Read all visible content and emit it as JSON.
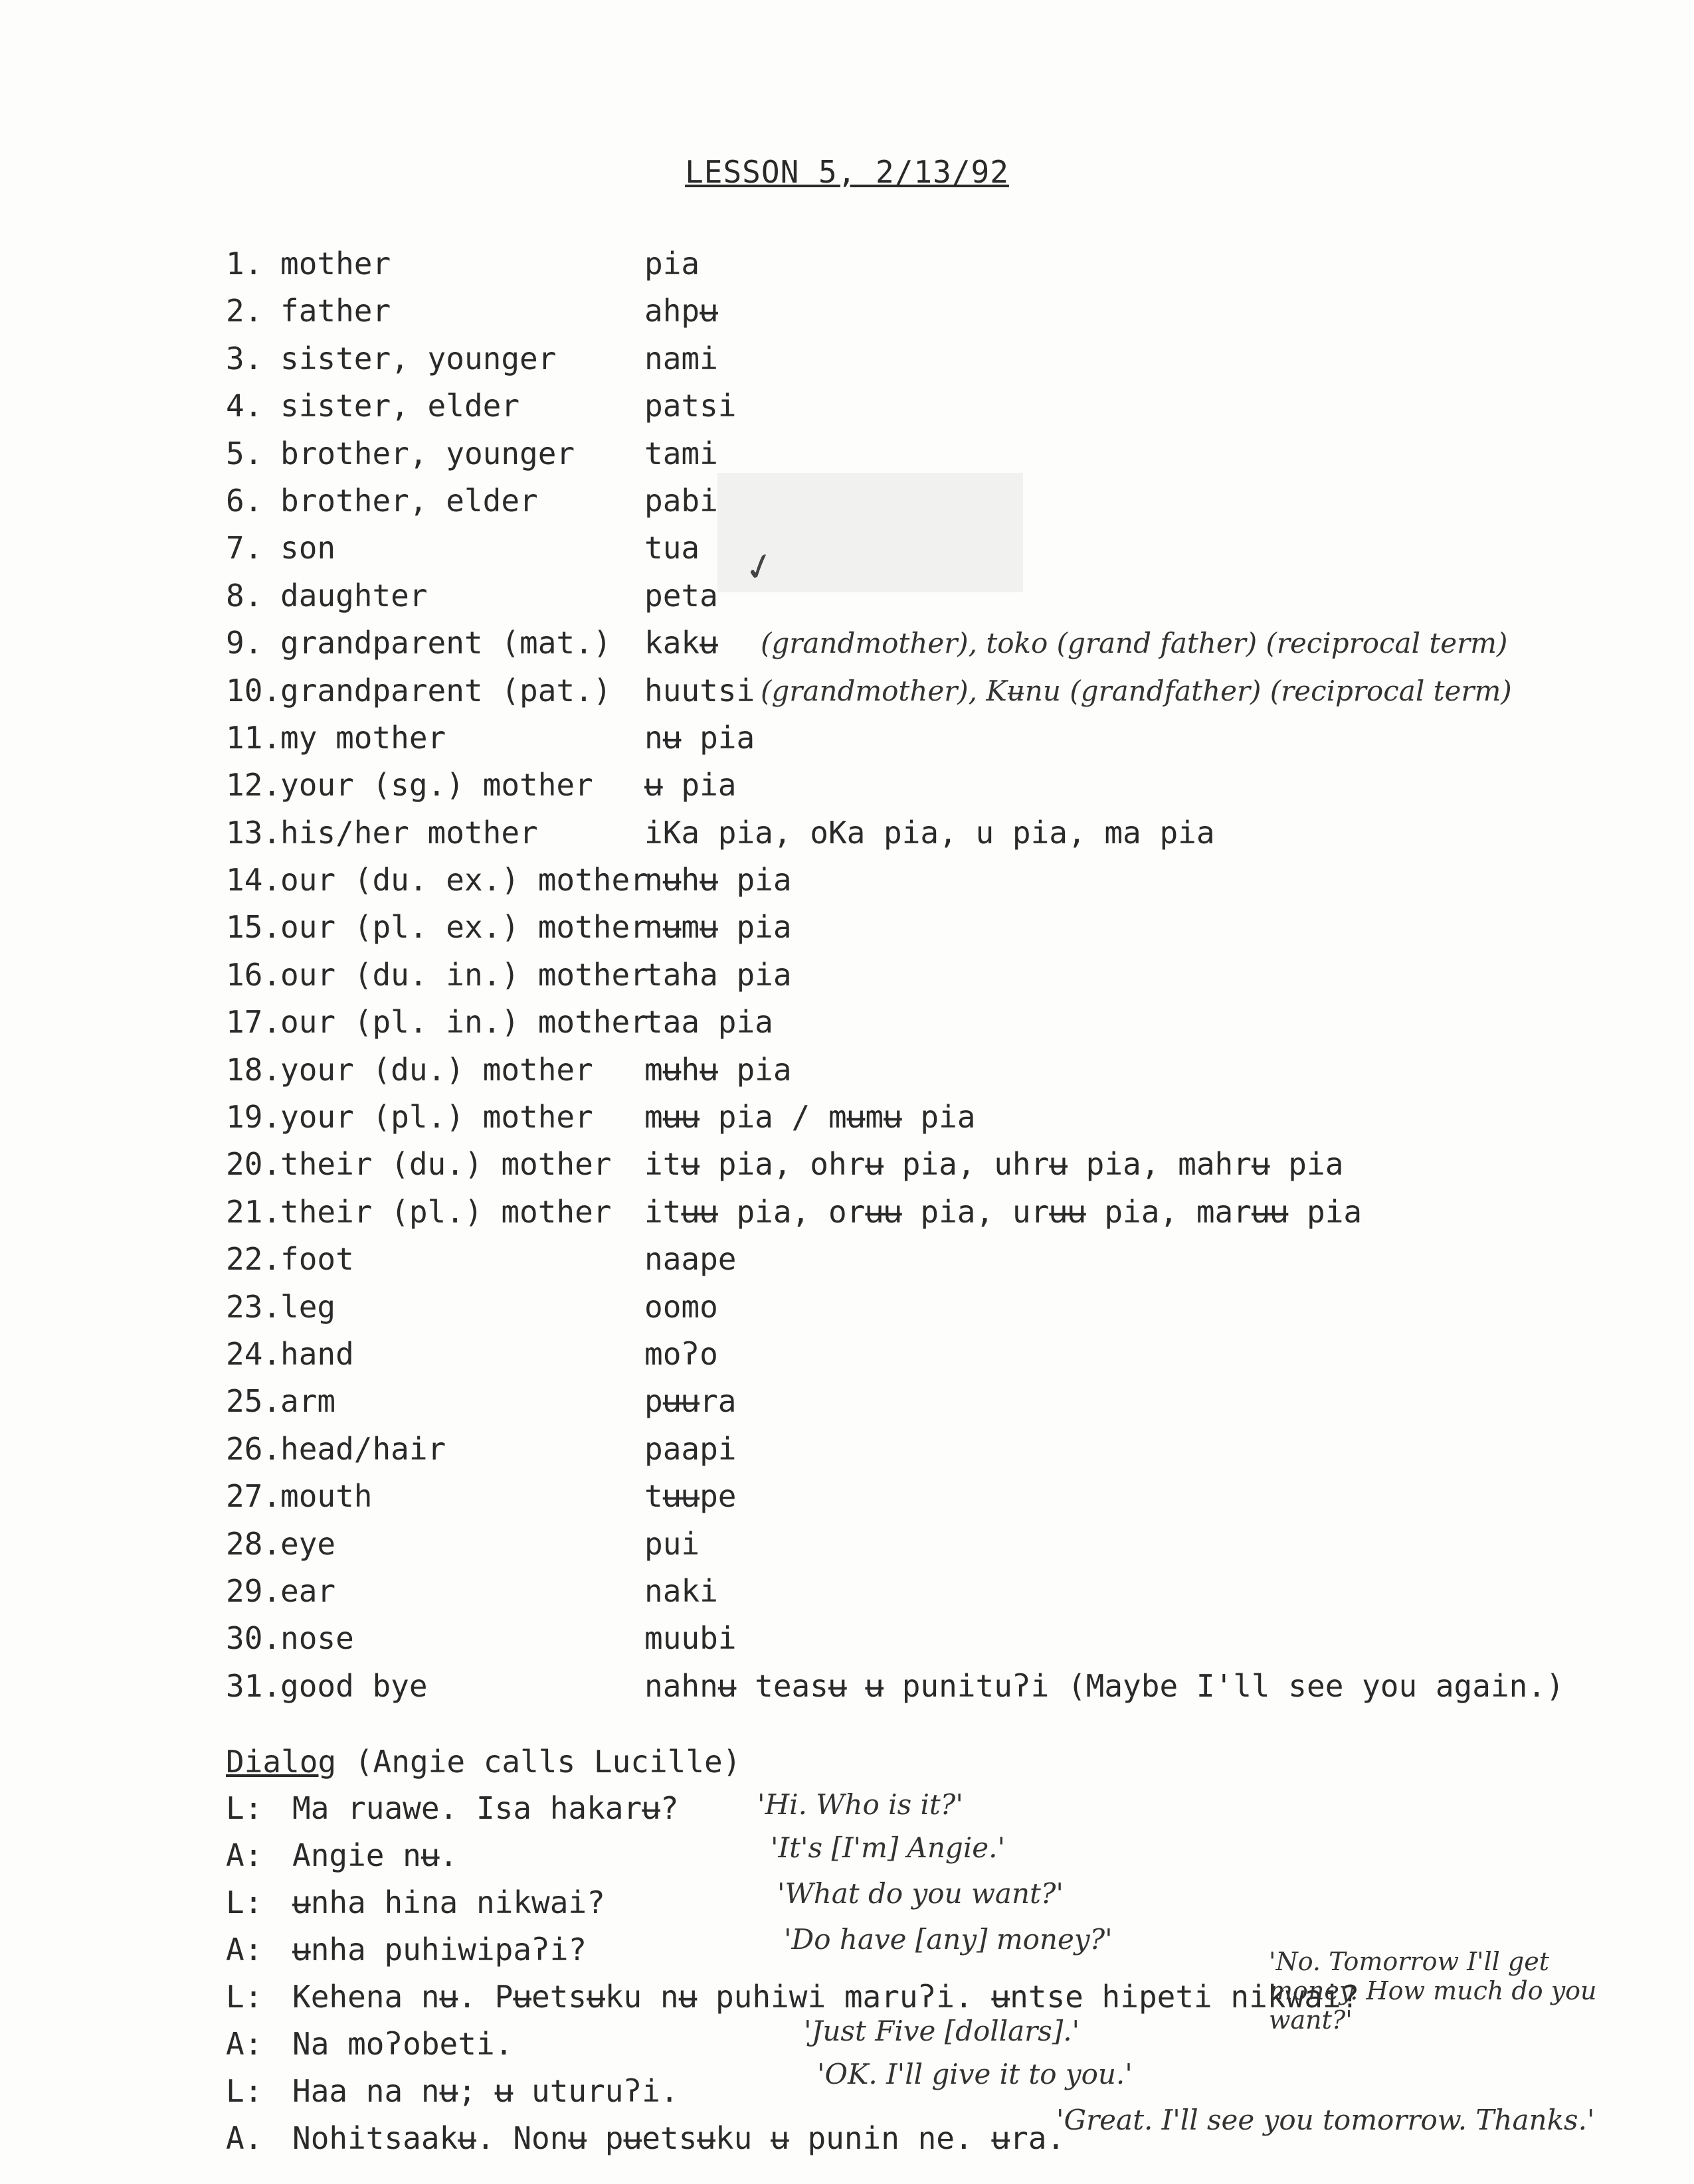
{
  "title": "LESSON 5, 2/13/92",
  "vocab": [
    {
      "num": "1.",
      "english": "mother",
      "native": "pia",
      "note": ""
    },
    {
      "num": "2.",
      "english": "father",
      "native": "ahpʉ",
      "note": ""
    },
    {
      "num": "3.",
      "english": "sister, younger",
      "native": "nami",
      "note": ""
    },
    {
      "num": "4.",
      "english": "sister, elder",
      "native": "patsi",
      "note": ""
    },
    {
      "num": "5.",
      "english": "brother, younger",
      "native": "tami",
      "note": ""
    },
    {
      "num": "6.",
      "english": "brother, elder",
      "native": "pabi",
      "note": ""
    },
    {
      "num": "7.",
      "english": "son",
      "native": "tua",
      "note": ""
    },
    {
      "num": "8.",
      "english": "daughter",
      "native": "peta",
      "note": ""
    },
    {
      "num": "9.",
      "english": "grandparent (mat.)",
      "native": "kakʉ",
      "note": "(grandmother), toko (grand father)   (reciprocal term)"
    },
    {
      "num": "10.",
      "english": "grandparent (pat.)",
      "native": "huutsi",
      "note": "(grandmother), Kʉnu (grandfather) (reciprocal term)"
    },
    {
      "num": "11.",
      "english": "my mother",
      "native": "nʉ pia",
      "note": ""
    },
    {
      "num": "12.",
      "english": "your (sg.) mother",
      "native": "ʉ pia",
      "note": ""
    },
    {
      "num": "13.",
      "english": "his/her mother",
      "native": "iKa pia, oKa pia, u pia, ma   pia",
      "note": ""
    },
    {
      "num": "14.",
      "english": "our (du. ex.) mother",
      "native": "nʉhʉ pia",
      "note": ""
    },
    {
      "num": "15.",
      "english": "our (pl. ex.) mother",
      "native": "nʉmʉ pia",
      "note": ""
    },
    {
      "num": "16.",
      "english": "our (du. in.) mother",
      "native": "taha pia",
      "note": ""
    },
    {
      "num": "17.",
      "english": "our (pl. in.) mother",
      "native": "taa pia",
      "note": ""
    },
    {
      "num": "18.",
      "english": "your (du.) mother",
      "native": "mʉhʉ pia",
      "note": ""
    },
    {
      "num": "19.",
      "english": "your (pl.) mother",
      "native": "mʉʉ pia / mʉmʉ pia",
      "note": ""
    },
    {
      "num": "20.",
      "english": "their (du.) mother",
      "native": "itʉ  pia, ohrʉ pia, uhrʉ pia, mahrʉ  pia",
      "note": ""
    },
    {
      "num": "21.",
      "english": "their (pl.) mother",
      "native": "itʉʉ  pia, orʉʉ pia, urʉʉ pia, marʉʉ  pia",
      "note": ""
    },
    {
      "num": "22.",
      "english": "foot",
      "native": "naape",
      "note": ""
    },
    {
      "num": "23.",
      "english": "leg",
      "native": "oomo",
      "note": ""
    },
    {
      "num": "24.",
      "english": "hand",
      "native": "moʔo",
      "note": ""
    },
    {
      "num": "25.",
      "english": "arm",
      "native": "pʉʉra",
      "note": ""
    },
    {
      "num": "26.",
      "english": "head/hair",
      "native": "paapi",
      "note": ""
    },
    {
      "num": "27.",
      "english": "mouth",
      "native": "tʉʉpe",
      "note": ""
    },
    {
      "num": "28.",
      "english": "eye",
      "native": "pui",
      "note": ""
    },
    {
      "num": "29.",
      "english": "ear",
      "native": "naki",
      "note": ""
    },
    {
      "num": "30.",
      "english": "nose",
      "native": "muubi",
      "note": ""
    },
    {
      "num": "31.",
      "english": "good bye",
      "native": "nahnʉ teasʉ ʉ punituʔi (Maybe I'll see you again.)",
      "note": ""
    }
  ],
  "dialog": {
    "heading_underlined": "Dialog",
    "heading_rest": " (Angie calls Lucille)",
    "lines": [
      {
        "speaker": "L:",
        "text": "Ma ruawe.  Isa hakarʉ?",
        "translation": "'Hi.  Who is it?'"
      },
      {
        "speaker": "A:",
        "text": "Angie nʉ.",
        "translation": "'It's [I'm] Angie.'"
      },
      {
        "speaker": "L:",
        "text": "ʉnha hina nikwai?",
        "translation": "'What do you want?'"
      },
      {
        "speaker": "A:",
        "text": "ʉnha puhiwipaʔi?",
        "translation": "'Do  have [any] money?'"
      },
      {
        "speaker": "L:",
        "text": "Kehena nʉ.  Pʉetsʉku nʉ puhiwi maruʔi.  ʉntse hipeti nikwai?",
        "translation": "'No. Tomorrow I'll get money.  How much do you want?'"
      },
      {
        "speaker": "A:",
        "text": "Na moʔobeti.",
        "translation": "'Just Five [dollars].'"
      },
      {
        "speaker": "L:",
        "text": "Haa na nʉ; ʉ uturuʔi.",
        "translation": "'OK.  I'll give  it to you.'"
      },
      {
        "speaker": "A.",
        "text": "Nohitsaakʉ.  Nonʉ pʉetsʉku ʉ punin ne.  ʉra.",
        "translation": "'Great. I'll see you tomorrow. Thanks.'"
      }
    ]
  }
}
